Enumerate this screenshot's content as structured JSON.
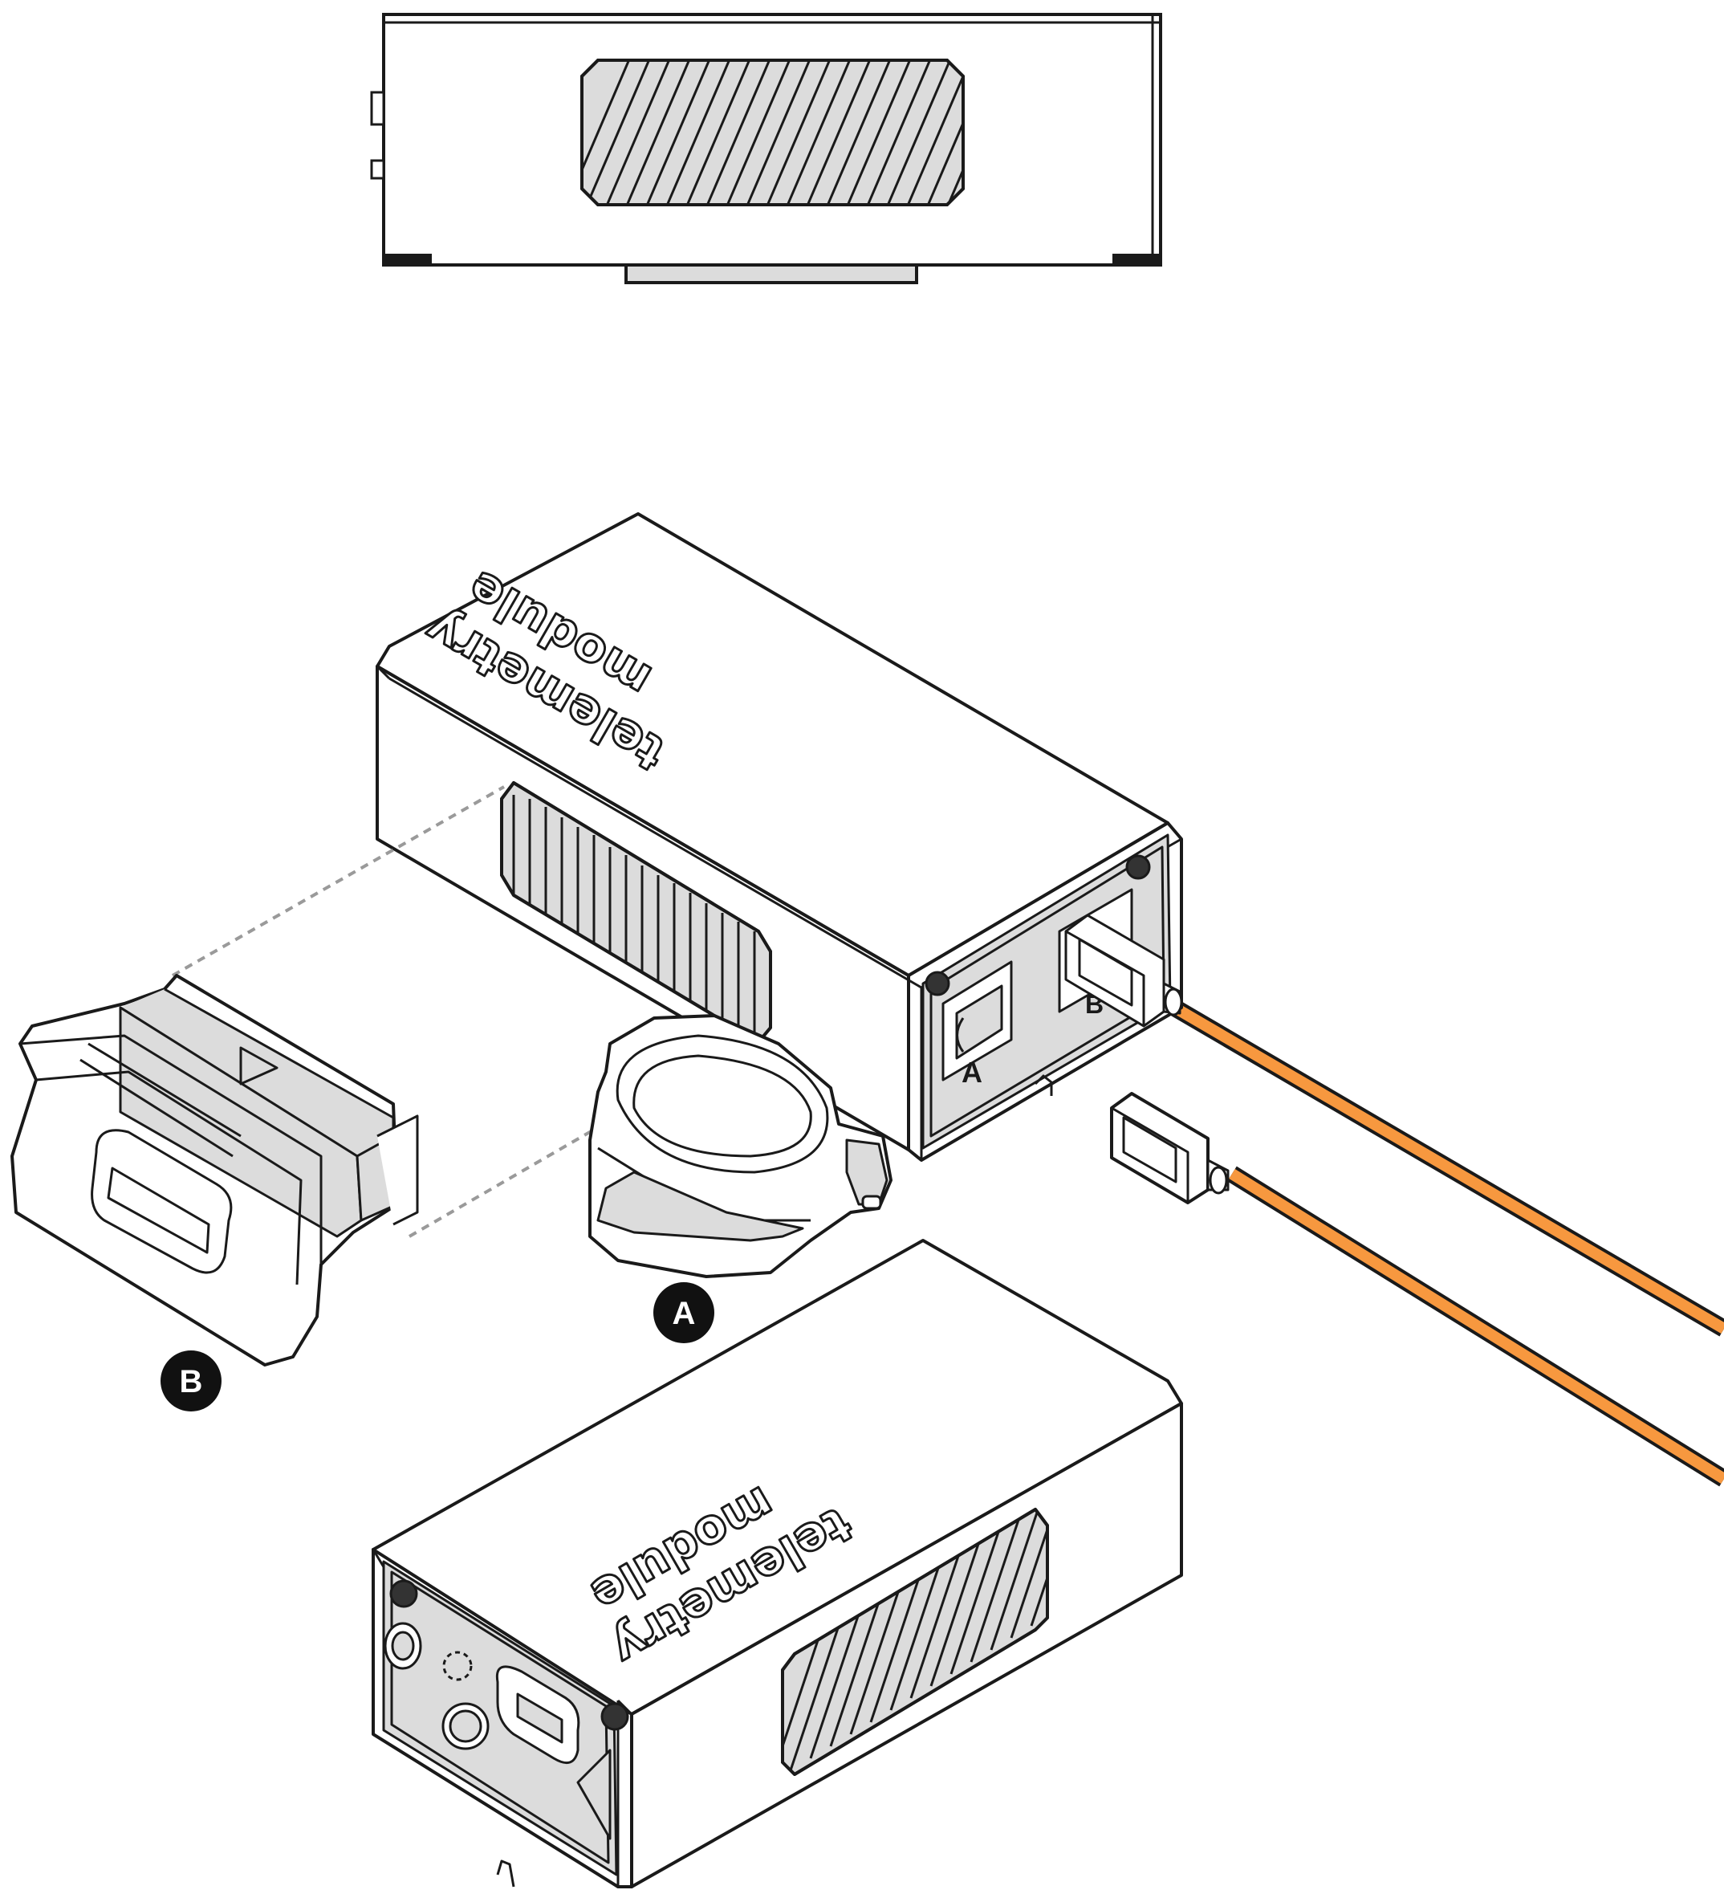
{
  "diagram": {
    "colors": {
      "outline": "#1a1a1a",
      "body": "#ffffff",
      "panel": "#dcdcdc",
      "cable": "#f7983f",
      "callout_fill": "#111111",
      "callout_text": "#ffffff",
      "guide": "#9a9a9a"
    },
    "callouts": {
      "a": "A",
      "b": "B"
    },
    "module_label_line1": "telemetry",
    "module_label_line2": "module",
    "port_labels": {
      "a": "A",
      "b": "B"
    },
    "icons": [
      "vent-grille-icon",
      "port-a-icon",
      "port-b-icon",
      "cable-plug-icon",
      "triangle-arrow-icon",
      "screw-hole-icon"
    ]
  }
}
